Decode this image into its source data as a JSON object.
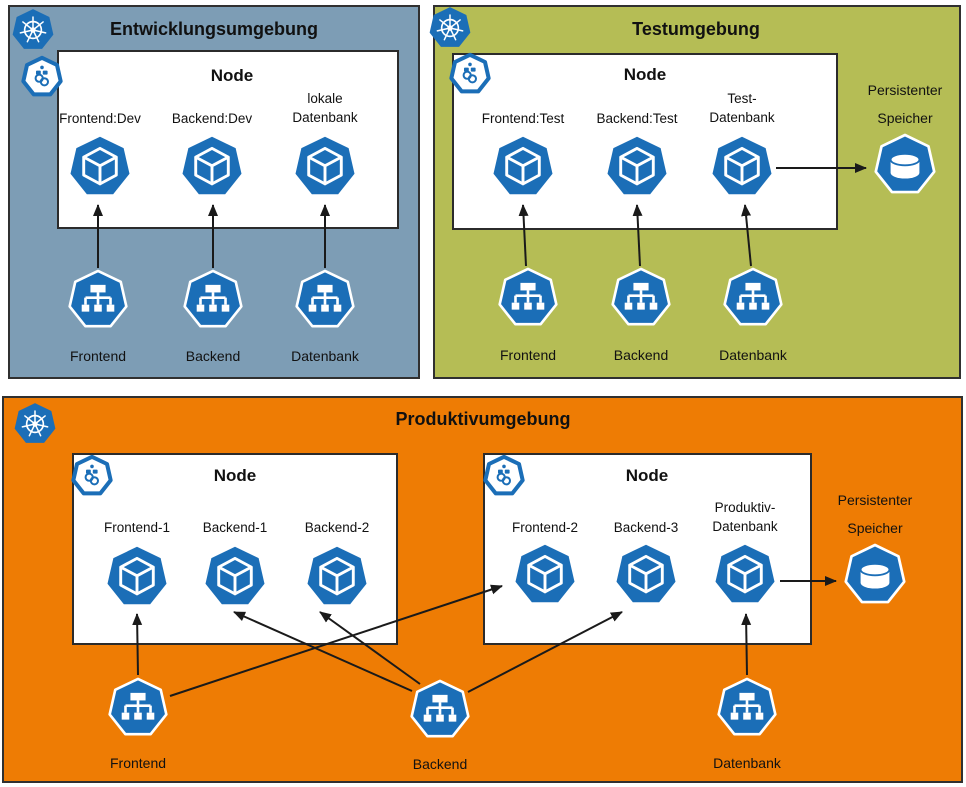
{
  "colors": {
    "k8s_blue": "#1B6EB7",
    "dev_bg": "#7D9DB5",
    "test_bg": "#B5BD55",
    "prod_bg": "#EE7C04",
    "arrow": "#1a1a1a"
  },
  "dev": {
    "title": "Entwicklungsumgebung",
    "node": {
      "title": "Node",
      "pods": [
        "Frontend:Dev",
        "Backend:Dev",
        "lokale\nDatenbank"
      ]
    },
    "services": [
      "Frontend",
      "Backend",
      "Datenbank"
    ]
  },
  "test": {
    "title": "Testumgebung",
    "node": {
      "title": "Node",
      "pods": [
        "Frontend:Test",
        "Backend:Test",
        "Test-\nDatenbank"
      ]
    },
    "services": [
      "Frontend",
      "Backend",
      "Datenbank"
    ],
    "storage_label": "Persistenter\nSpeicher"
  },
  "prod": {
    "title": "Produktivumgebung",
    "node1": {
      "title": "Node",
      "pods": [
        "Frontend-1",
        "Backend-1",
        "Backend-2"
      ]
    },
    "node2": {
      "title": "Node",
      "pods": [
        "Frontend-2",
        "Backend-3",
        "Produktiv-\nDatenbank"
      ]
    },
    "services": [
      "Frontend",
      "Backend",
      "Datenbank"
    ],
    "storage_label": "Persistenter\nSpeicher"
  },
  "connections": [
    {
      "from": "dev-service-frontend",
      "to": "dev-pod-frontend-dev"
    },
    {
      "from": "dev-service-backend",
      "to": "dev-pod-backend-dev"
    },
    {
      "from": "dev-service-datenbank",
      "to": "dev-pod-lokale-datenbank"
    },
    {
      "from": "test-service-frontend",
      "to": "test-pod-frontend-test"
    },
    {
      "from": "test-service-backend",
      "to": "test-pod-backend-test"
    },
    {
      "from": "test-service-datenbank",
      "to": "test-pod-test-datenbank"
    },
    {
      "from": "test-pod-test-datenbank",
      "to": "test-persistenter-speicher"
    },
    {
      "from": "prod-service-frontend",
      "to": "prod-pod-frontend-1"
    },
    {
      "from": "prod-service-frontend",
      "to": "prod-pod-frontend-2"
    },
    {
      "from": "prod-service-backend",
      "to": "prod-pod-backend-1"
    },
    {
      "from": "prod-service-backend",
      "to": "prod-pod-backend-2"
    },
    {
      "from": "prod-service-backend",
      "to": "prod-pod-backend-3"
    },
    {
      "from": "prod-service-datenbank",
      "to": "prod-pod-produktiv-datenbank"
    },
    {
      "from": "prod-pod-produktiv-datenbank",
      "to": "prod-persistenter-speicher"
    }
  ]
}
